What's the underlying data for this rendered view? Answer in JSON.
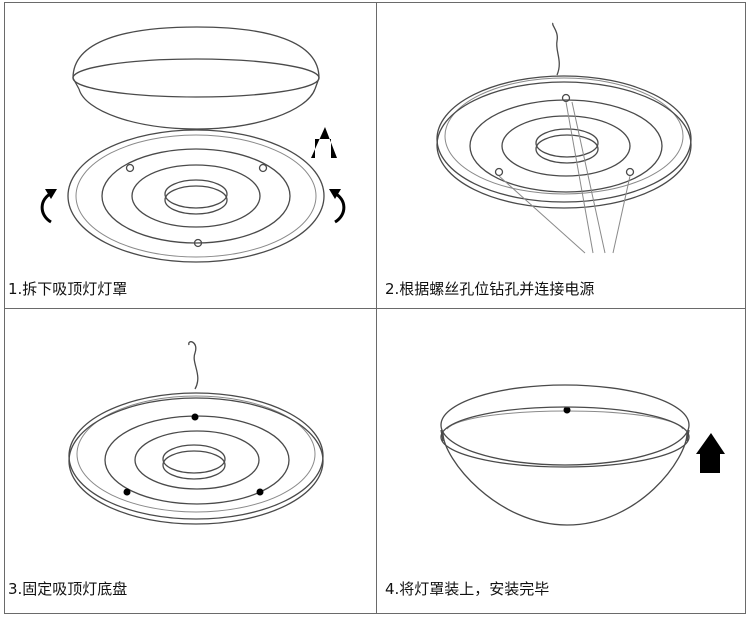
{
  "steps": [
    {
      "caption": "1.拆下吸顶灯灯罩"
    },
    {
      "caption": "2.根据螺丝孔位钻孔并连接电源"
    },
    {
      "caption": "3.固定吸顶灯底盘"
    },
    {
      "caption": "4.将灯罩装上，安装完毕"
    }
  ],
  "colors": {
    "line": "#4a4a4a",
    "border": "#6a6a6a",
    "arrow": "#000000"
  }
}
